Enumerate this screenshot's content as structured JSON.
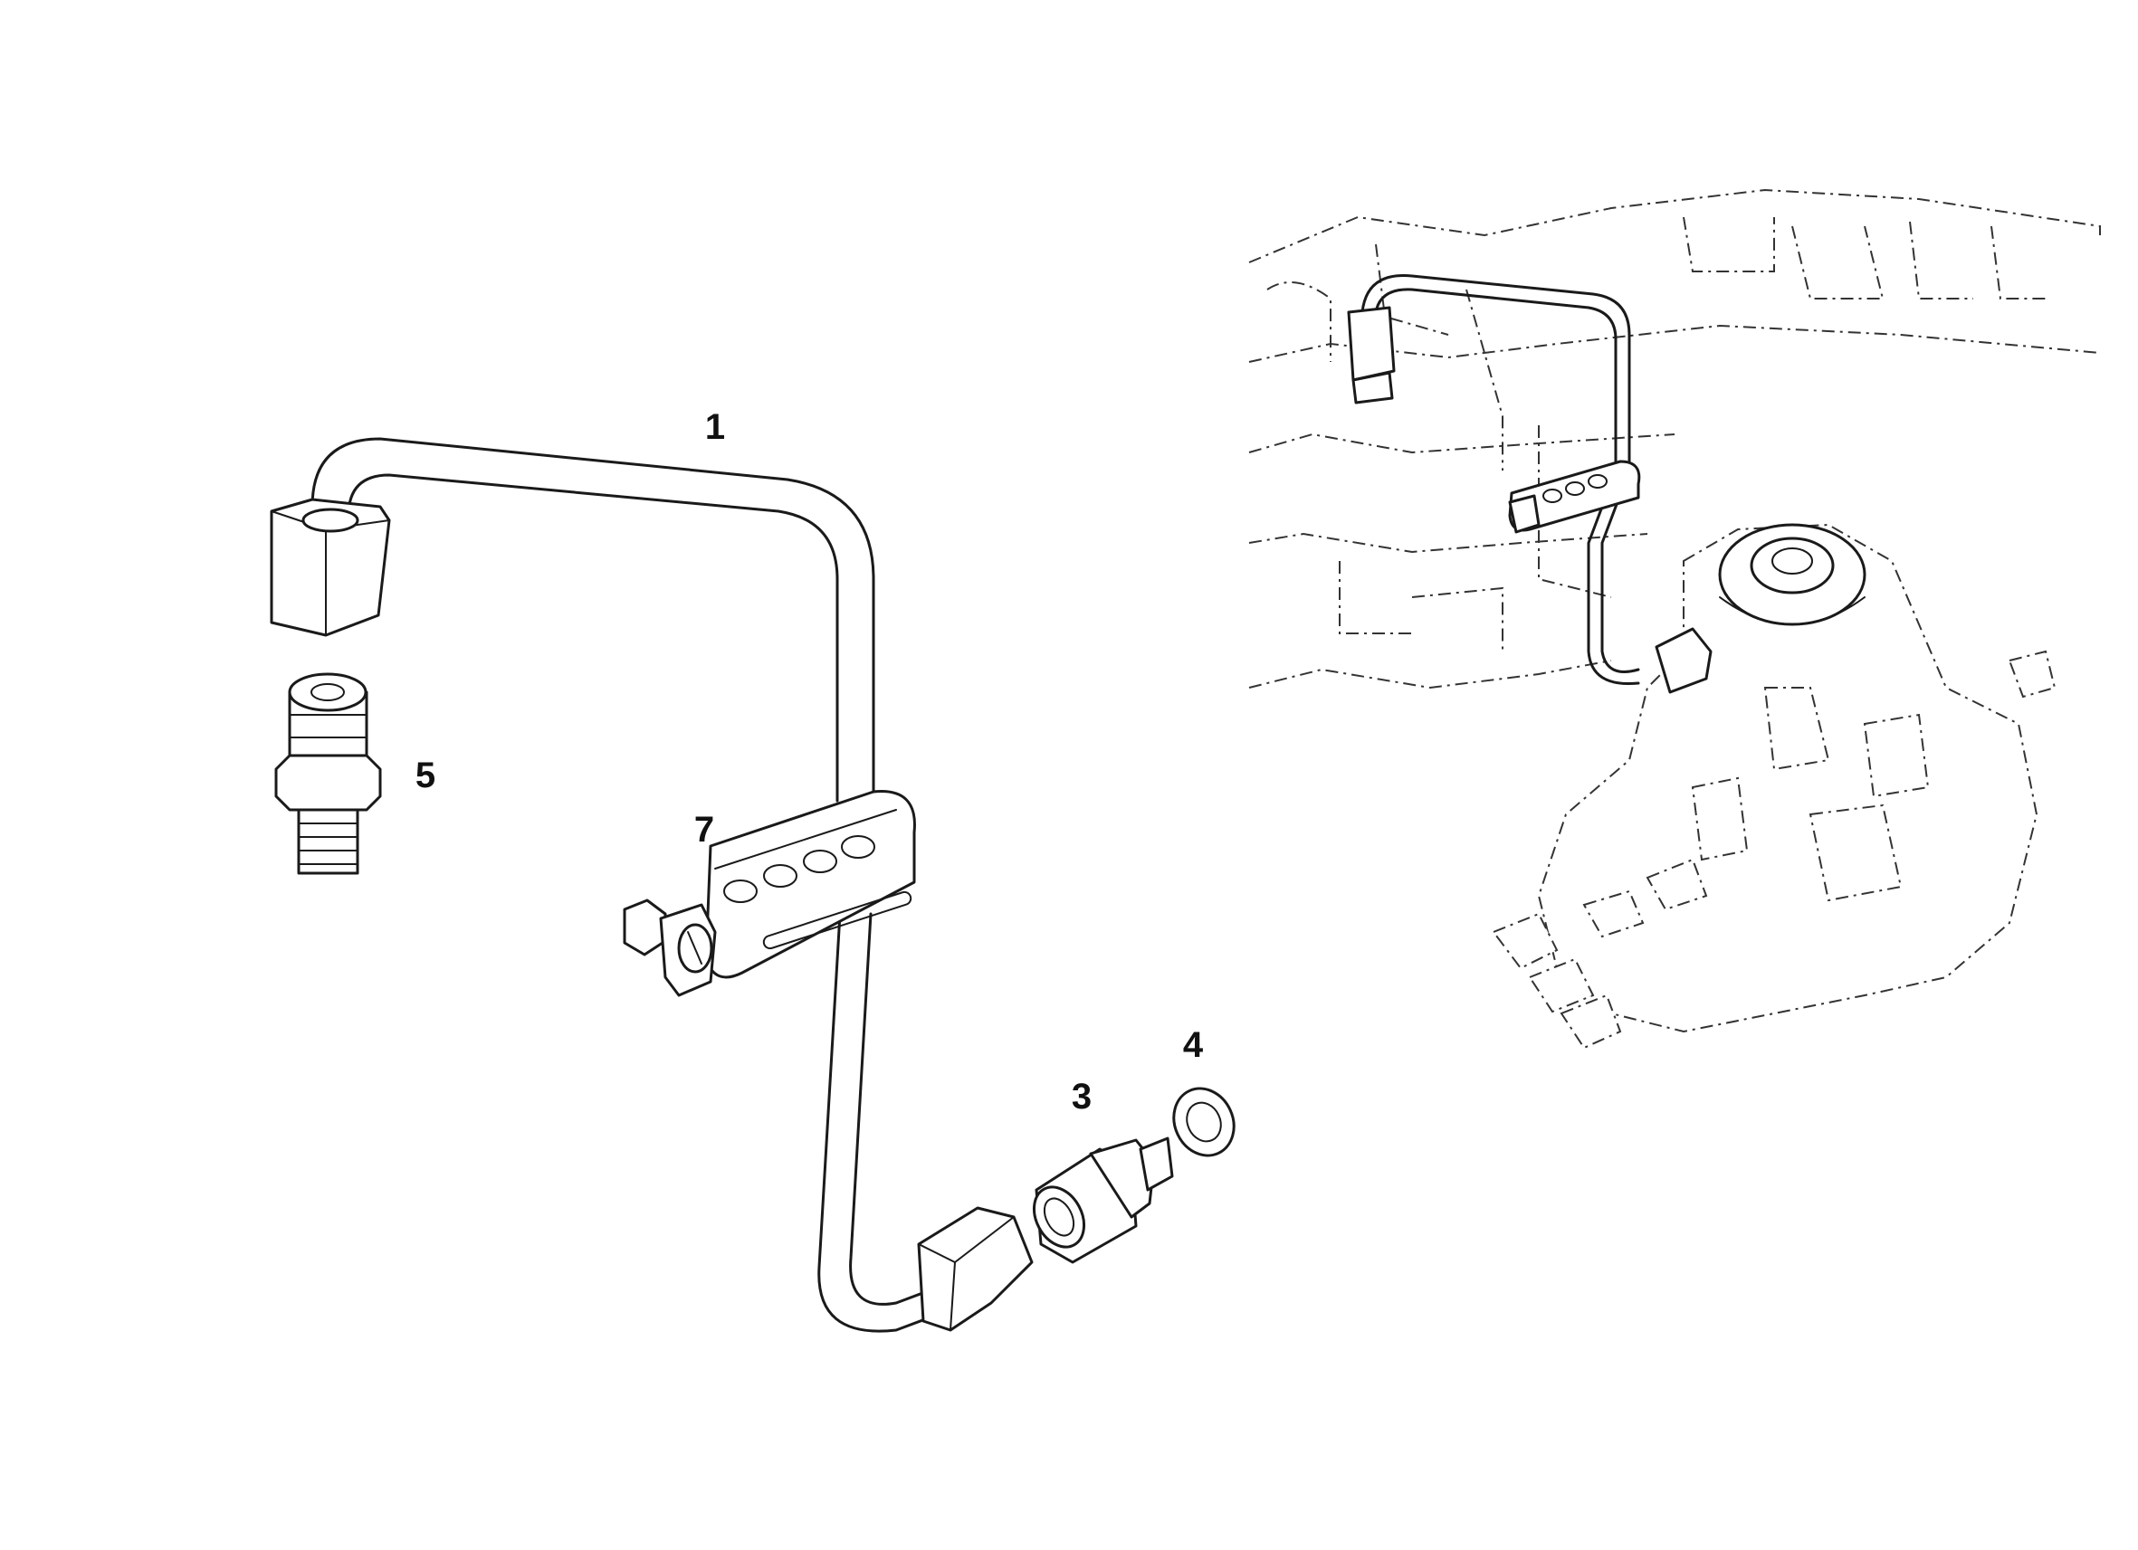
{
  "diagram": {
    "callouts": [
      {
        "id": "callout-1",
        "label": "1"
      },
      {
        "id": "callout-3",
        "label": "3"
      },
      {
        "id": "callout-4",
        "label": "4"
      },
      {
        "id": "callout-5",
        "label": "5"
      },
      {
        "id": "callout-7",
        "label": "7"
      }
    ],
    "colors": {
      "line": "#1a1a1a",
      "background": "#ffffff"
    }
  }
}
